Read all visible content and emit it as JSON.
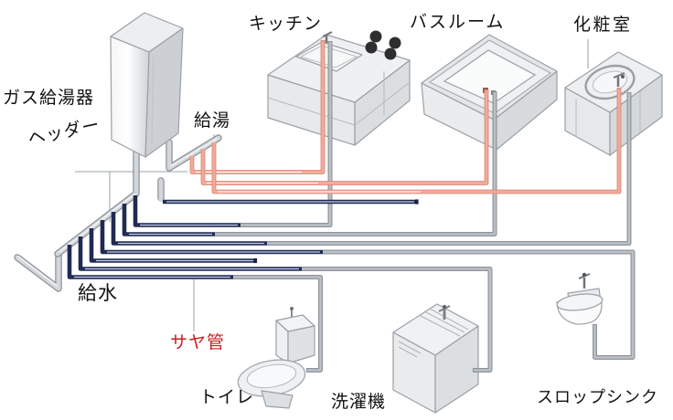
{
  "labels": {
    "gas_water_heater": "ガス給湯器",
    "header": "ヘッダー",
    "hot_water_supply": "給湯",
    "kitchen": "キッチン",
    "bathroom": "バスルーム",
    "powder_room": "化粧室",
    "cold_water_supply": "給水",
    "sheath_pipe": "サヤ管",
    "toilet": "トイレ",
    "washing_machine": "洗濯機",
    "slop_sink": "スロップシンク"
  },
  "colors": {
    "hot_pipe": "#f3aa9b",
    "hot_pipe_edge": "#d98a77",
    "hot_pipe_core": "#fdeeea",
    "cold_pipe": "#202b52",
    "cold_pipe_core": "#c4cde9",
    "sheath_grey": "#8f949b",
    "sheath_grey_core": "#bcc1c7",
    "metal_pipe": "#d3d7db",
    "metal_pipe_edge": "#8e939a",
    "metal_pipe_core": "#f2f3f5",
    "sheath_label": "#c81e1e",
    "text": "#111111",
    "background": "#ffffff",
    "fixture_outline": "#9aa0a6"
  },
  "system": {
    "hot_branch_count": 3,
    "cold_branch_count": 7,
    "hot_serves": [
      "キッチン",
      "バスルーム",
      "化粧室"
    ],
    "cold_serves": [
      "トイレ",
      "洗濯機",
      "スロップシンク",
      "化粧室",
      "バスルーム",
      "キッチン"
    ],
    "capped_spare_lines": 2
  }
}
